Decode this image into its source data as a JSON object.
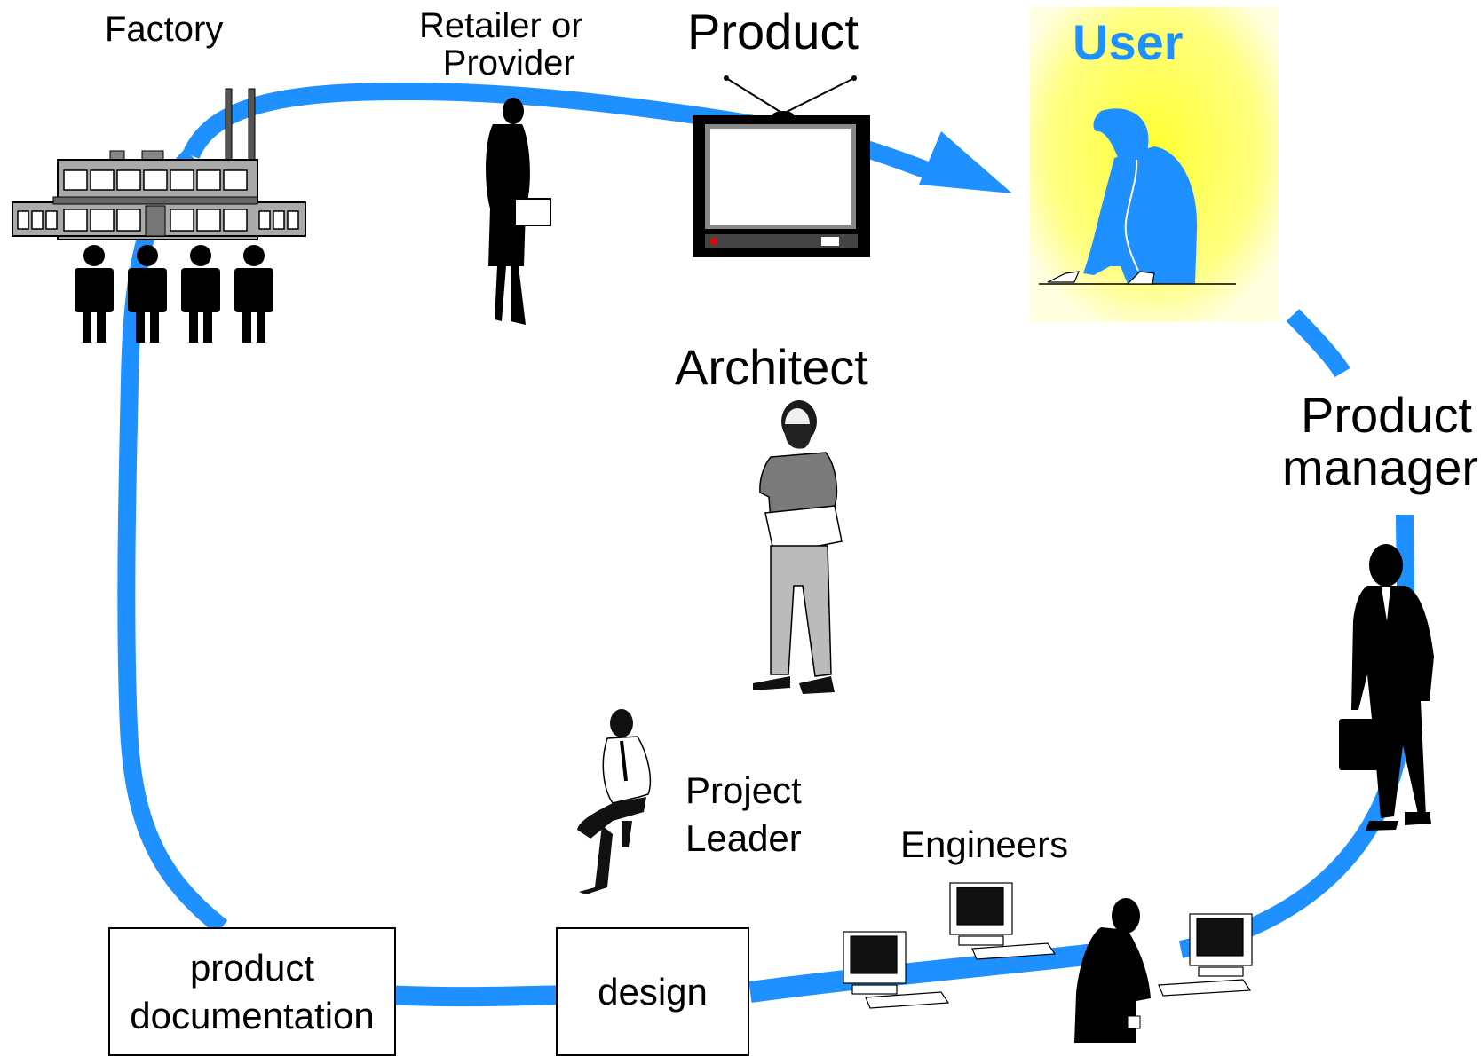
{
  "labels": {
    "factory": "Factory",
    "retailer_line1": "Retailer or",
    "retailer_line2": "Provider",
    "product": "Product",
    "user": "User",
    "architect": "Architect",
    "product_manager_line1": "Product",
    "product_manager_line2": "manager",
    "project_leader_line1": "Project",
    "project_leader_line2": "Leader",
    "engineers": "Engineers"
  },
  "boxes": {
    "product_documentation_line1": "product",
    "product_documentation_line2": "documentation",
    "design": "design"
  },
  "colors": {
    "flow": "#1E90FF",
    "user_text": "#1E90FF",
    "user_highlight": "#FFFF33",
    "figure": "#000000"
  },
  "icons": [
    "factory-icon",
    "workers-icon",
    "retailer-woman-icon",
    "tv-icon",
    "user-icon",
    "architect-icon",
    "product-manager-icon",
    "project-leader-icon",
    "computer-icon",
    "engineer-icon"
  ]
}
